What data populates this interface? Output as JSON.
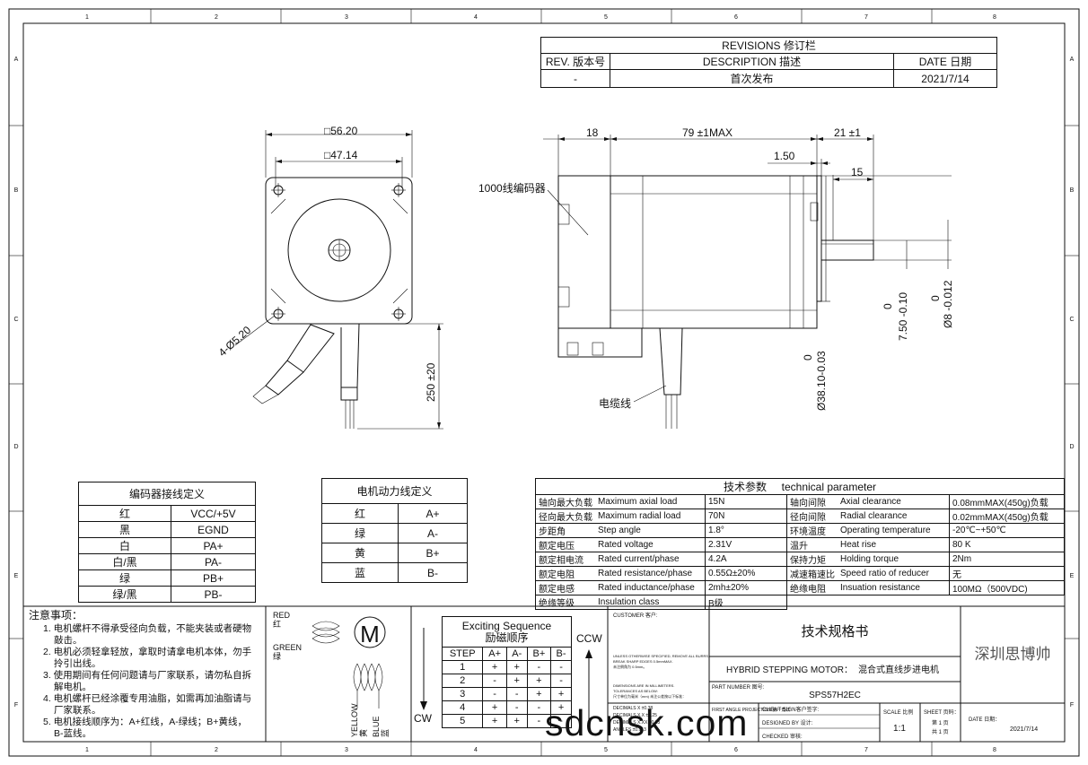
{
  "grid": {
    "cols": [
      "1",
      "2",
      "3",
      "4",
      "5",
      "6",
      "7",
      "8"
    ],
    "rows": [
      "A",
      "B",
      "C",
      "D",
      "E",
      "F"
    ]
  },
  "revisions": {
    "title": "REVISIONS 修订栏",
    "headers": [
      "REV. 版本号",
      "DESCRIPTION 描述",
      "DATE 日期"
    ],
    "row": [
      "-",
      "首次发布",
      "2021/7/14"
    ]
  },
  "front_view": {
    "dim_outer": "□56.20",
    "dim_inner": "□47.14",
    "dim_holes": "4-Ø5.20",
    "dim_cable": "250 ±20"
  },
  "side_view": {
    "dim_encoder": "18",
    "dim_body": "79 ±1MAX",
    "dim_shaft": "21 ±1",
    "dim_boss": "1.50",
    "dim_flat": "15",
    "dim_pilot_tol": "0",
    "dim_pilot": "Ø38.10-0.03",
    "dim_flat_d_tol": "0",
    "dim_flat_d": "7.50 -0.10",
    "dim_shaft_d_tol": "0",
    "dim_shaft_d": "Ø8 -0.012",
    "label_encoder": "1000线编码器",
    "label_cable": "电缆线"
  },
  "encoder_table": {
    "title": "编码器接线定义",
    "rows": [
      [
        "红",
        "VCC/+5V"
      ],
      [
        "黑",
        "EGND"
      ],
      [
        "白",
        "PA+"
      ],
      [
        "白/黑",
        "PA-"
      ],
      [
        "绿",
        "PB+"
      ],
      [
        "绿/黑",
        "PB-"
      ]
    ]
  },
  "power_table": {
    "title": "电机动力线定义",
    "rows": [
      [
        "红",
        "A+"
      ],
      [
        "绿",
        "A-"
      ],
      [
        "黄",
        "B+"
      ],
      [
        "蓝",
        "B-"
      ]
    ]
  },
  "tech_table": {
    "title_cn": "技术参数",
    "title_en": "technical parameter",
    "rows": [
      [
        "轴向最大负载",
        "Maximum axial load",
        "15N",
        "轴向间隙",
        "Axial clearance",
        "0.08mmMAX(450g)负载"
      ],
      [
        "径向最大负载",
        "Maximum radial load",
        "70N",
        "径向间隙",
        "Radial clearance",
        "0.02mmMAX(450g)负载"
      ],
      [
        "步距角",
        "Step angle",
        "1.8°",
        "环境温度",
        "Operating temperature",
        "-20℃~+50℃"
      ],
      [
        "额定电压",
        "Rated voltage",
        "2.31V",
        "温升",
        "Heat rise",
        "80 K"
      ],
      [
        "额定相电流",
        "Rated current/phase",
        "4.2A",
        "保持力矩",
        "Holding torque",
        "2Nm"
      ],
      [
        "额定电阻",
        "Rated resistance/phase",
        "0.55Ω±20%",
        "减速箱速比",
        "Speed ratio of reducer",
        "无"
      ],
      [
        "额定电感",
        "Rated inductance/phase",
        "2mh±20%",
        "绝缘电阻",
        "Insuation resistance",
        "100MΩ（500VDC)"
      ],
      [
        "绝缘等级",
        "Insulation class",
        "B级",
        "",
        "",
        ""
      ]
    ]
  },
  "notes": {
    "title": "注意事项：",
    "items": [
      "1. 电机螺杆不得承受径向负载，不能夹装或者硬物",
      "敲击。",
      "2. 电机必须轻拿轻放，拿取时请拿电机本体，勿手",
      "拎引出线。",
      "3. 使用期间有任何问题请与厂家联系，请勿私自拆",
      "解电机。",
      "4. 电机螺杆已经涂覆专用油脂，如需再加油脂请与",
      "厂家联系。",
      "5. 电机接线顺序为：A+红线，A-绿线；B+黄线，",
      "B-蓝线。"
    ]
  },
  "wiring": {
    "red": "RED",
    "red_cn": "红",
    "green": "GREEN",
    "green_cn": "绿",
    "yellow": "YELLOW",
    "yellow_cn": "黄",
    "blue": "BLUE",
    "blue_cn": "蓝",
    "motor": "M"
  },
  "sequence": {
    "title_en": "Exciting Sequence",
    "title_cn": "励磁顺序",
    "ccw": "CCW",
    "cw": "CW",
    "headers": [
      "STEP",
      "A+",
      "A-",
      "B+",
      "B-"
    ],
    "rows": [
      [
        "1",
        "+",
        "+",
        "-",
        "-"
      ],
      [
        "2",
        "-",
        "+",
        "+",
        "-"
      ],
      [
        "3",
        "-",
        "-",
        "+",
        "+"
      ],
      [
        "4",
        "+",
        "-",
        "-",
        "+"
      ],
      [
        "5",
        "+",
        "+",
        "-",
        "-"
      ]
    ]
  },
  "title_block": {
    "customer": "CUSTOMER 客户:",
    "doc_title": "技术规格书",
    "product_en": "HYBRID STEPPING MOTOR：",
    "product_cn": "混合式直线步进电机",
    "part_label": "PART NUMBER 图号:",
    "part_number": "SPS57H2EC",
    "client_sign": "CLIENT SIGN客户签字:",
    "designed": "DESIGNED BY 设计:",
    "checked": "CHECKED 审核:",
    "scale_label": "SCALE 比例",
    "scale": "1:1",
    "sheet_label": "SHEET 页码：",
    "sheet_1": "第 1 页",
    "sheet_2": "共 1 页",
    "date_label": "DATE 日期：",
    "date": "2021/7/14",
    "company": "深圳思博帅",
    "fine_1": "UNLESS OTHERWISE SPECIFIED, REMOVE ALL BURRS,",
    "fine_2": "BREAK SHARP EDGES 0.5mmMAX.",
    "fine_3": "未注倒角为 0.5mm。",
    "fine_4": "DIMENSIONS ARE IN MILLIMETERS.",
    "fine_5": "TOLERANCES AS BELOW:",
    "fine_6": "尺寸单位为毫米（mm) 未注公差按以下标准：",
    "fine_7": "DECIMALS X ±0.38",
    "fine_8": "DECIMALS X.X ±0.25",
    "fine_9": "DECIMALS X.XX ±0.13",
    "fine_10": "ANGLES ±0.013",
    "projection": "FIRST ANGLE PROJECTION 第一角法"
  },
  "watermark": "sdcnsk.com"
}
